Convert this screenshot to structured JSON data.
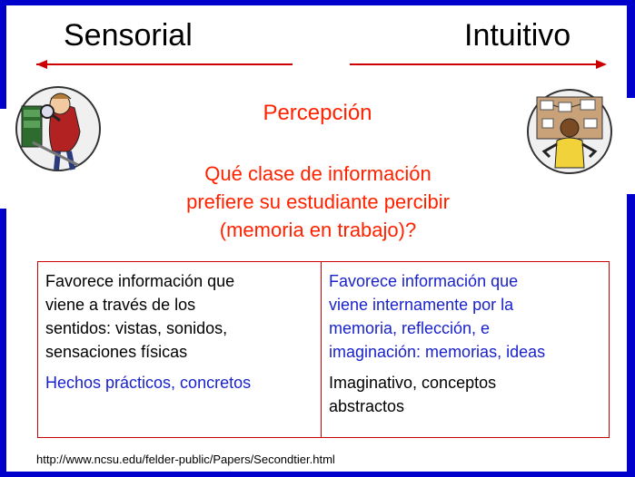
{
  "headings": {
    "left": "Sensorial",
    "right": "Intuitivo"
  },
  "title": "Percepción",
  "question": [
    "Qué clase de información",
    "prefiere su estudiante percibir",
    "(memoria en trabajo)?"
  ],
  "table": {
    "left": {
      "main": [
        "Favorece información que",
        "viene a través de los",
        "sentidos: vistas, sonidos,",
        "sensaciones físicas"
      ],
      "secondary": [
        "Hechos prácticos, concretos"
      ]
    },
    "right": {
      "main": [
        "Favorece información que",
        "viene internamente por la",
        "memoria, reflección, e",
        "imaginación: memorias, ideas"
      ],
      "secondary": [
        "Imaginativo, conceptos",
        "abstractos"
      ]
    }
  },
  "footer": "http://www.ncsu.edu/felder-public/Papers/Secondtier.html",
  "colors": {
    "frame": "#0000cc",
    "accent": "#ff2200",
    "blue_text": "#1a22cc"
  }
}
